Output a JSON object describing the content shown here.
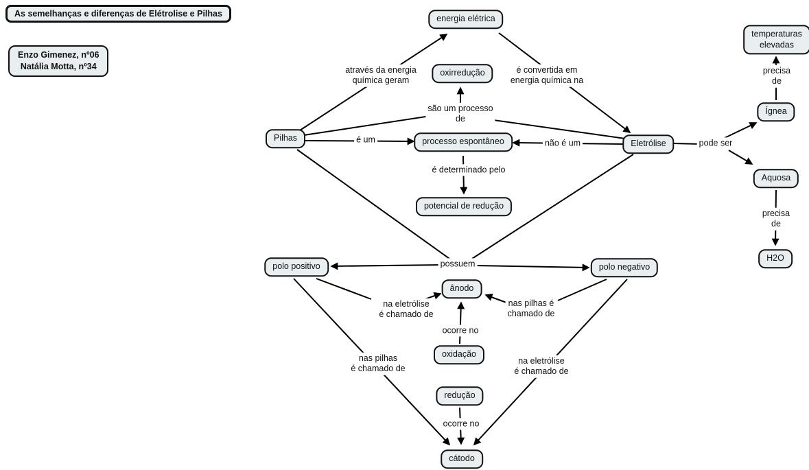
{
  "meta": {
    "title": "As semelhanças e diferenças de Elétrolise e Pilhas",
    "authors": "Enzo Gimenez, nº06\nNatália Motta, nº34"
  },
  "colors": {
    "background": "#ffffff",
    "node_fill": "#e9eff0",
    "node_border": "#121212",
    "line": "#000000"
  },
  "nodes": {
    "energia_eletrica": "energia elétrica",
    "oxirreducao": "oxirredução",
    "pilhas": "Pilhas",
    "processo_espontaneo": "processo espontâneo",
    "eletrolise": "Eletrólise",
    "temperaturas_elevadas": "temperaturas\nelevadas",
    "ignea": "Ígnea",
    "aquosa": "Aquosa",
    "h2o": "H2O",
    "potencial_reducao": "potencial de redução",
    "polo_positivo": "polo positivo",
    "polo_negativo": "polo negativo",
    "anodo": "ânodo",
    "oxidacao": "oxidação",
    "reducao": "redução",
    "catodo": "cátodo"
  },
  "labels": {
    "atraves_energia": "através da energia\nquímica geram",
    "convertida": "é convertida em\nenergia química na",
    "sao_processo": "são um processo\nde",
    "e_um": "é um",
    "nao_e_um": "não é um",
    "pode_ser": "pode ser",
    "precisa_de_top": "precisa de",
    "precisa_de_bottom": "precisa de",
    "determinado": "é determinado pelo",
    "possuem": "possuem",
    "na_eletrolise_anodo": "na eletrólise\né chamado de",
    "nas_pilhas_anodo": "nas pilhas é\nchamado de",
    "ocorre_no_oxidacao": "ocorre no",
    "nas_pilhas_catodo": "nas pilhas\né chamado de",
    "na_eletrolise_catodo": "na eletrólise\né chamado de",
    "ocorre_no_reducao": "ocorre no"
  }
}
